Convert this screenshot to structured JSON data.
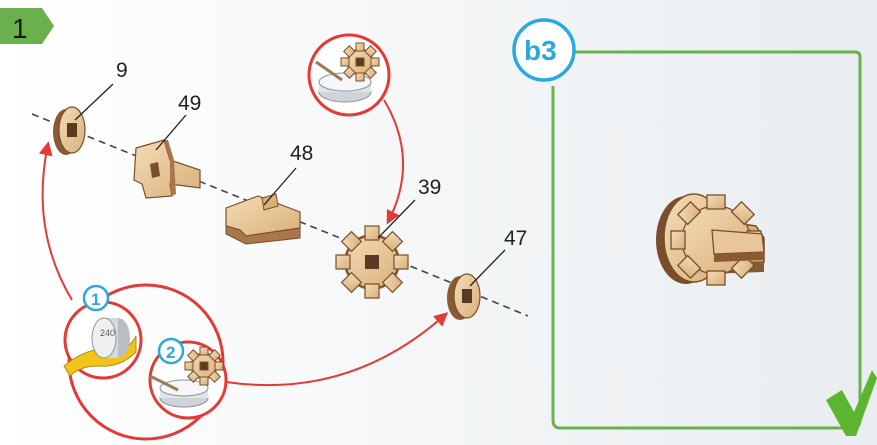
{
  "step": {
    "number": "1",
    "color": "#6ab04c"
  },
  "parts": [
    {
      "id": "9",
      "label": "9"
    },
    {
      "id": "49",
      "label": "49"
    },
    {
      "id": "48",
      "label": "48"
    },
    {
      "id": "39",
      "label": "39"
    },
    {
      "id": "47",
      "label": "47"
    }
  ],
  "substeps": [
    {
      "label": "1",
      "icon": "sandpaper-icon"
    },
    {
      "label": "2",
      "icon": "glue-gear-icon"
    }
  ],
  "result_panel": {
    "badge": "b3",
    "badge_color": "#29a9e0",
    "border_color": "#6ab04c",
    "check_icon": "checkmark-icon"
  },
  "colors": {
    "wood_light": "#e7c79a",
    "wood_dark": "#8a5a34",
    "arrow": "#e53935",
    "sandpaper": "#f2c318"
  }
}
